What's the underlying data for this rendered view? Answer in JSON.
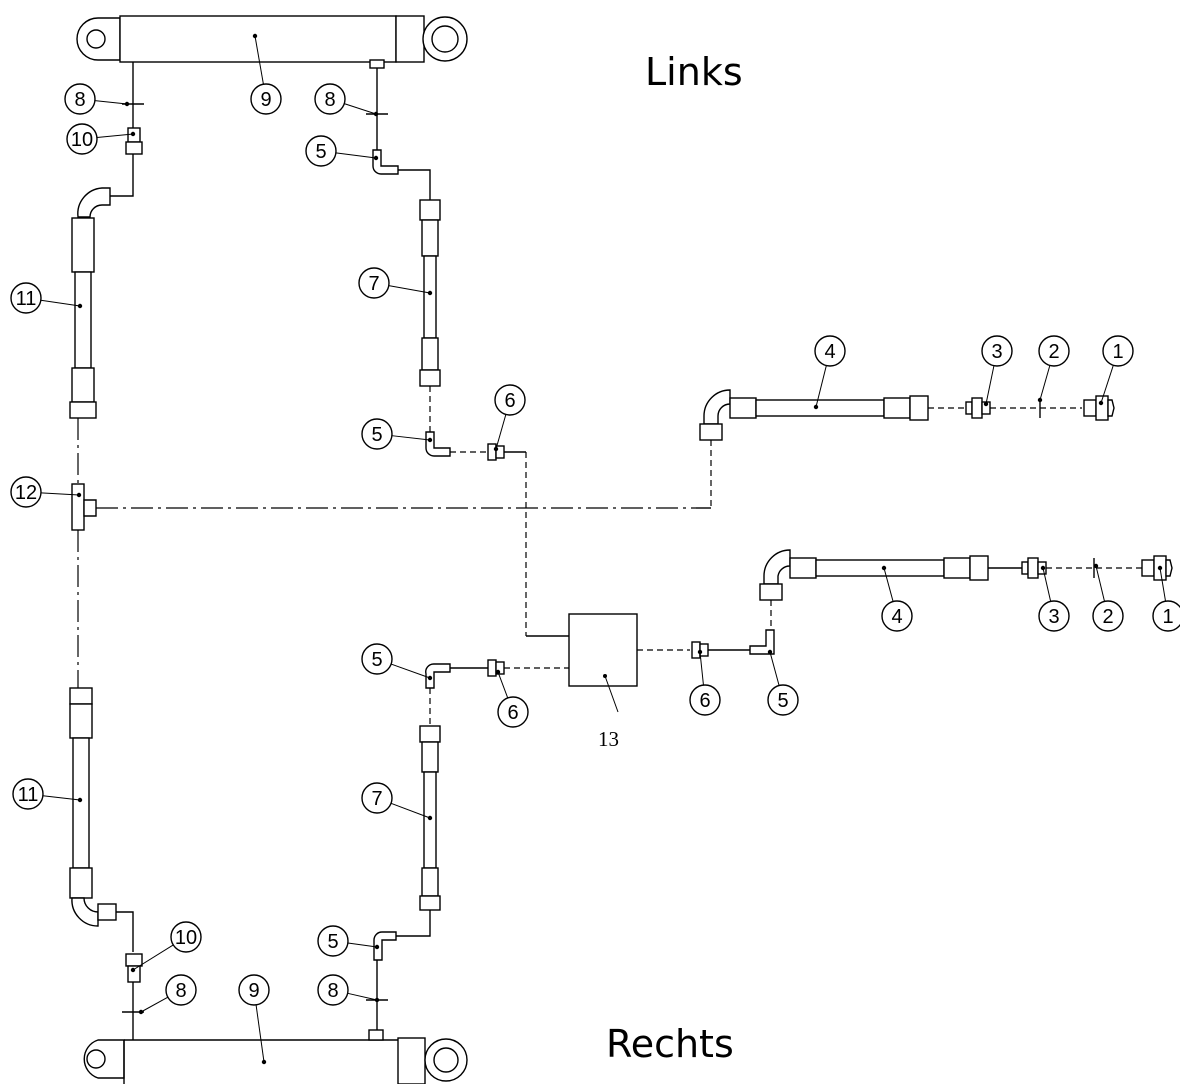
{
  "titles": {
    "left": "Links",
    "right": "Rechts"
  },
  "valve_block_label": "13",
  "callouts": [
    {
      "id": "c9a",
      "n": "9"
    },
    {
      "id": "c8a",
      "n": "8"
    },
    {
      "id": "c8b",
      "n": "8"
    },
    {
      "id": "c10a",
      "n": "10"
    },
    {
      "id": "c5a",
      "n": "5"
    },
    {
      "id": "c11a",
      "n": "11"
    },
    {
      "id": "c7a",
      "n": "7"
    },
    {
      "id": "c4a",
      "n": "4"
    },
    {
      "id": "c3a",
      "n": "3"
    },
    {
      "id": "c2a",
      "n": "2"
    },
    {
      "id": "c1a",
      "n": "1"
    },
    {
      "id": "c6a",
      "n": "6"
    },
    {
      "id": "c5b",
      "n": "5"
    },
    {
      "id": "c12",
      "n": "12"
    },
    {
      "id": "c4b",
      "n": "4"
    },
    {
      "id": "c3b",
      "n": "3"
    },
    {
      "id": "c2b",
      "n": "2"
    },
    {
      "id": "c1b",
      "n": "1"
    },
    {
      "id": "c5c",
      "n": "5"
    },
    {
      "id": "c6b",
      "n": "6"
    },
    {
      "id": "c6c",
      "n": "6"
    },
    {
      "id": "c5d",
      "n": "5"
    },
    {
      "id": "c11b",
      "n": "11"
    },
    {
      "id": "c7b",
      "n": "7"
    },
    {
      "id": "c10b",
      "n": "10"
    },
    {
      "id": "c5e",
      "n": "5"
    },
    {
      "id": "c8c",
      "n": "8"
    },
    {
      "id": "c9b",
      "n": "9"
    },
    {
      "id": "c8d",
      "n": "8"
    }
  ]
}
